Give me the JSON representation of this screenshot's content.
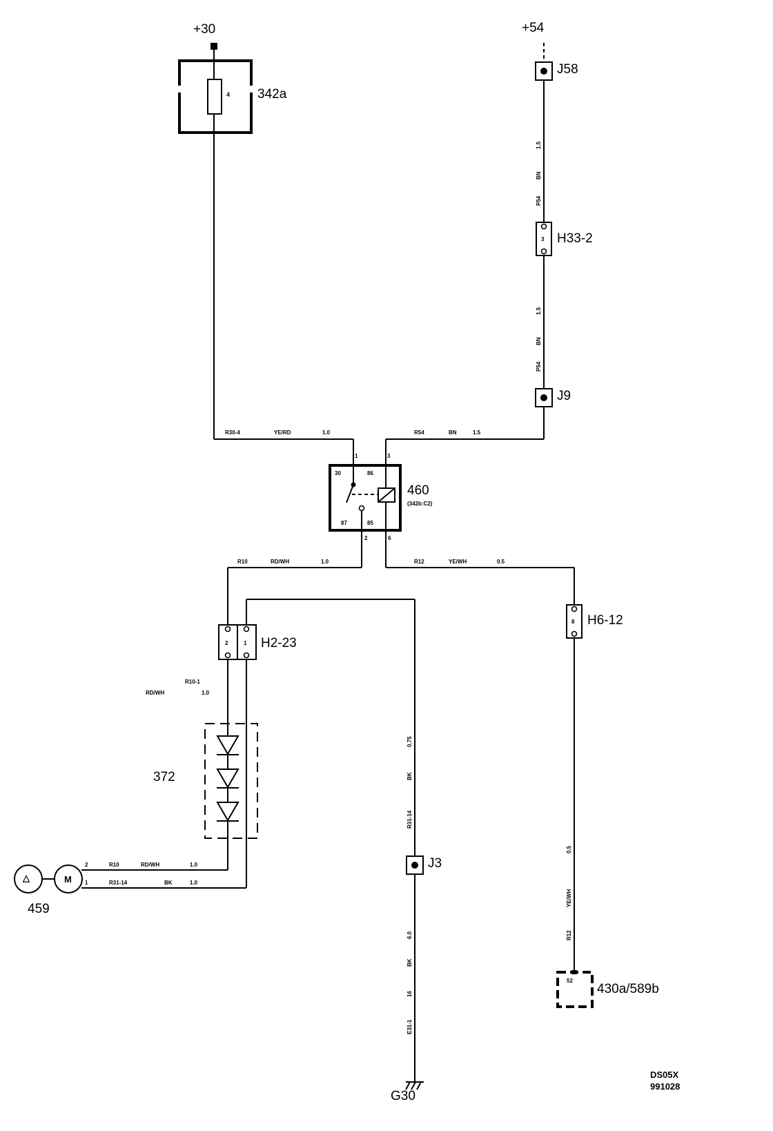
{
  "supply": {
    "terminal_30": "+30",
    "terminal_54": "+54"
  },
  "fuse": {
    "label": "342a",
    "number": "4"
  },
  "junctions": {
    "j58": "J58",
    "j9": "J9",
    "j3": "J3"
  },
  "connectors": {
    "h33": {
      "label": "H33-2",
      "pin": "3"
    },
    "h6": {
      "label": "H6-12",
      "pin": "8"
    },
    "h2": {
      "label": "H2-23",
      "pin_left": "2",
      "pin_right": "1"
    }
  },
  "relay": {
    "label": "460",
    "sublabel": "(342b:C2)",
    "pin_30": "30",
    "pin_86": "86",
    "pin_87": "87",
    "pin_85": "85",
    "terminal_1": "1",
    "terminal_3": "3",
    "terminal_2": "2",
    "terminal_6": "6"
  },
  "wires": {
    "r54_top": {
      "code": "P54",
      "color": "BN",
      "size": "1.5"
    },
    "r54_mid": {
      "code": "P54",
      "color": "BN",
      "size": "1.5"
    },
    "r30_4": {
      "code": "R30-4",
      "color": "YE/RD",
      "size": "1.0"
    },
    "r54_h": {
      "code": "R54",
      "color": "BN",
      "size": "1.5"
    },
    "r10": {
      "code": "R10",
      "color": "RD/WH",
      "size": "1.0"
    },
    "r12": {
      "code": "R12",
      "color": "YE/WH",
      "size": "0.5"
    },
    "r10_1": {
      "code": "R10-1",
      "color": "RD/WH",
      "size": "1.0"
    },
    "r31_14_v": {
      "code": "R31-14",
      "color": "BK",
      "size": "0.75"
    },
    "r12_v": {
      "code": "R12",
      "color": "YE/WH",
      "size": "0.5"
    },
    "e31_1": {
      "code": "E31-1",
      "color": "BK",
      "size": "6.0",
      "extra": "16"
    },
    "m_r10": {
      "pin": "2",
      "code": "R10",
      "color": "RD/WH",
      "size": "1.0"
    },
    "m_r31": {
      "pin": "1",
      "code": "R31-14",
      "color": "BK",
      "size": "1.0"
    }
  },
  "diode_pack": {
    "label": "372"
  },
  "motor": {
    "label": "459",
    "symbol": "M",
    "sensor_symbol": "△"
  },
  "module": {
    "label": "430a/589b",
    "pin": "52"
  },
  "ground": {
    "label": "G30"
  },
  "footer": {
    "line1": "DS05X",
    "line2": "991028"
  }
}
